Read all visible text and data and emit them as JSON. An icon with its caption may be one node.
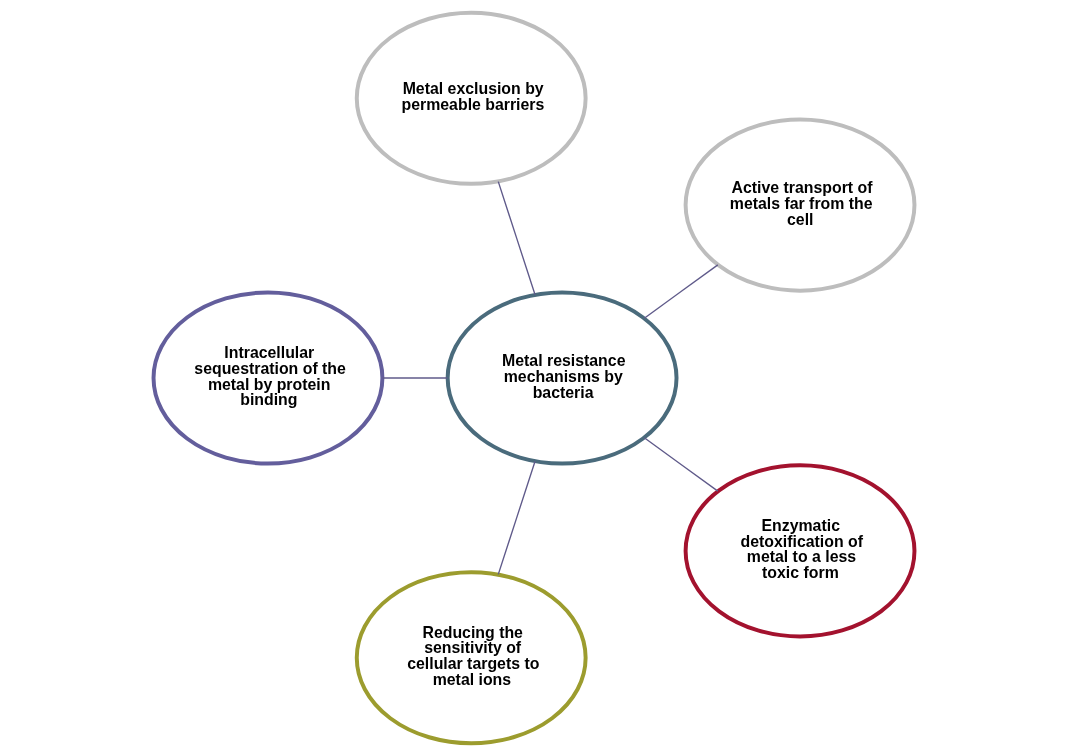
{
  "diagram": {
    "nodes": [
      {
        "text": [
          "Metal resistance mechanisms by bacteria"
        ]
      },
      {
        "text": [
          "Active transport of metals far from the cell"
        ]
      },
      {
        "text": [
          "Metal exclusion by permeable barriers"
        ]
      },
      {
        "text": [
          "Intracellular sequestration of the metal by protein binding"
        ]
      },
      {
        "text": [
          "Reducing the sensitivity of cellular targets to metal ions"
        ]
      },
      {
        "text": [
          "Enzymatic detoxification of metal to a less toxic form"
        ]
      }
    ],
    "edges": [
      {
        "from": 0,
        "to": 1,
        "arrow": "none"
      },
      {
        "from": 0,
        "to": 2,
        "arrow": "none"
      },
      {
        "from": 0,
        "to": 3,
        "arrow": "none"
      },
      {
        "from": 0,
        "to": 4,
        "arrow": "none"
      },
      {
        "from": 0,
        "to": 5,
        "arrow": "none"
      }
    ]
  }
}
